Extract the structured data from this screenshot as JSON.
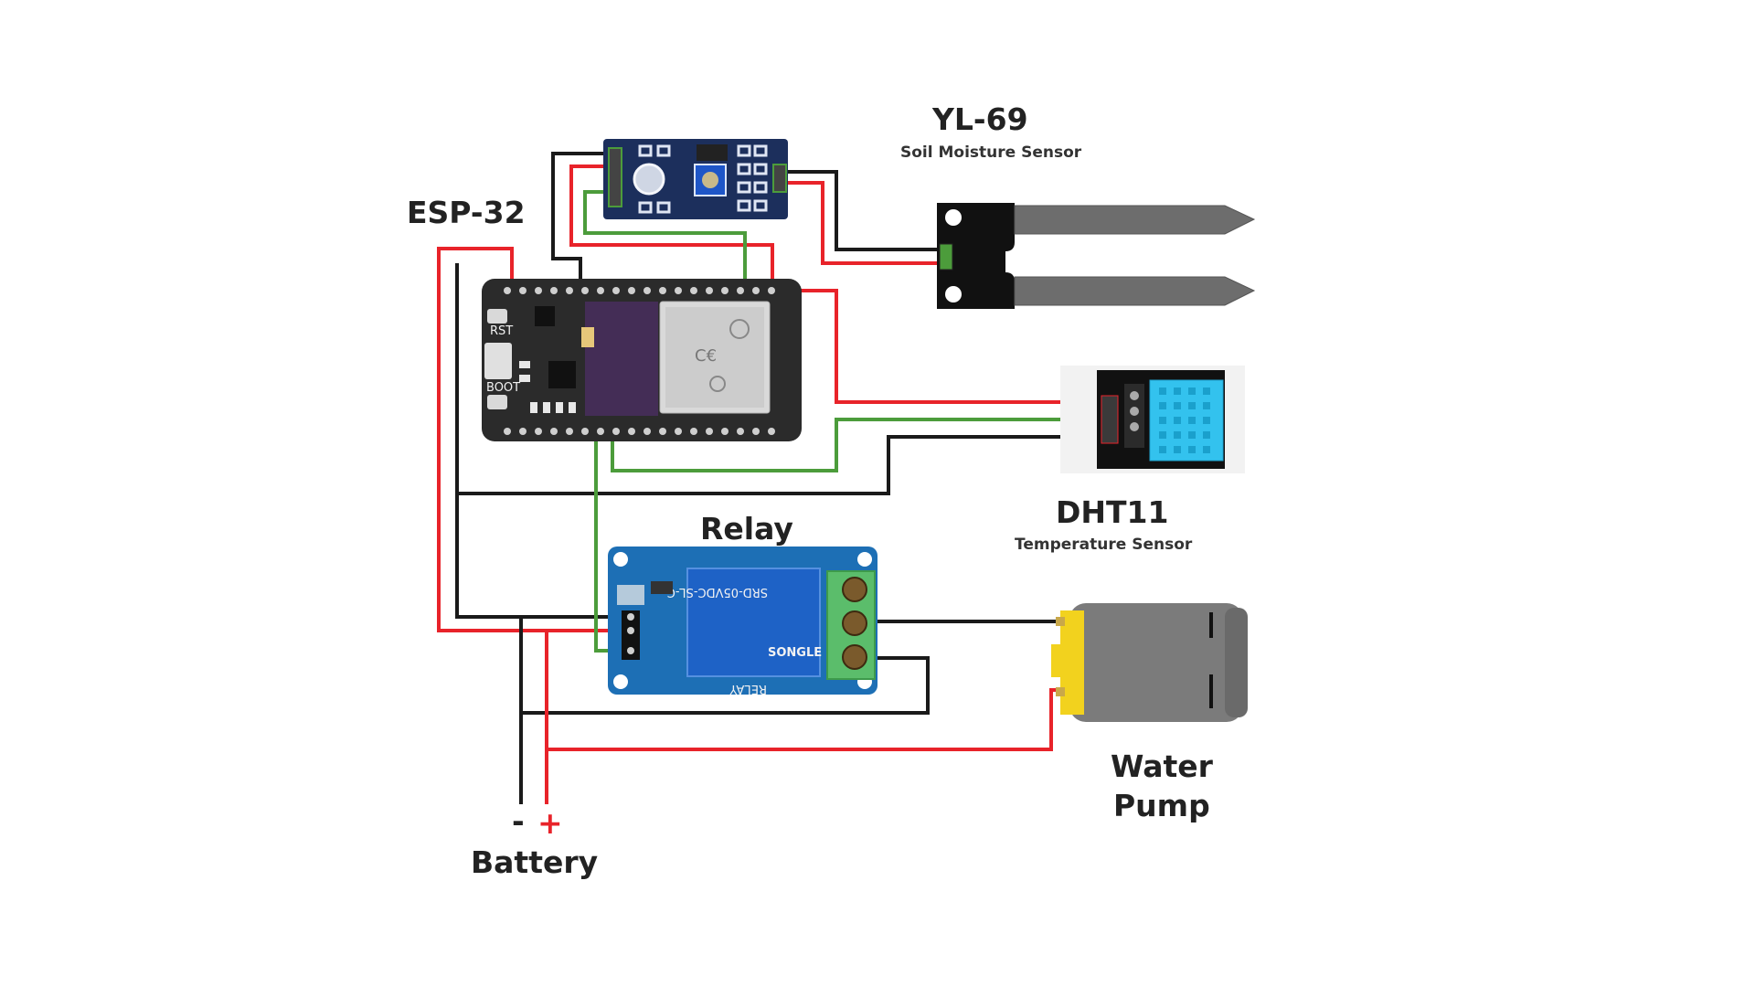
{
  "labels": {
    "esp32": "ESP-32",
    "yl69_title": "YL-69",
    "yl69_subtitle": "Soil Moisture Sensor",
    "dht11_title": "DHT11",
    "dht11_subtitle": "Temperature Sensor",
    "relay": "Relay",
    "water_pump_line1": "Water",
    "water_pump_line2": "Pump",
    "battery": "Battery",
    "battery_minus": "-",
    "battery_plus": "+"
  },
  "silkscreen": {
    "relay_module": "RELAY",
    "relay_part": "SRD-05VDC-SL-C",
    "esp_rst": "RST",
    "esp_boot": "BOOT",
    "relay_brand": "SONGLE"
  },
  "colors": {
    "positive_wire": "#e8232a",
    "ground_wire": "#1a1a1a",
    "signal_wire": "#4c9c3b",
    "esp32_board": "#2b2b2b",
    "sensor_module_board": "#1c2f5c",
    "relay_board": "#1d6fb5",
    "relay_coil": "#1e62c6",
    "dht11_housing": "#33c2ee",
    "pump_body": "#7b7b7b",
    "pump_cap": "#f2d21e",
    "terminal_block": "#5bbd6b"
  }
}
